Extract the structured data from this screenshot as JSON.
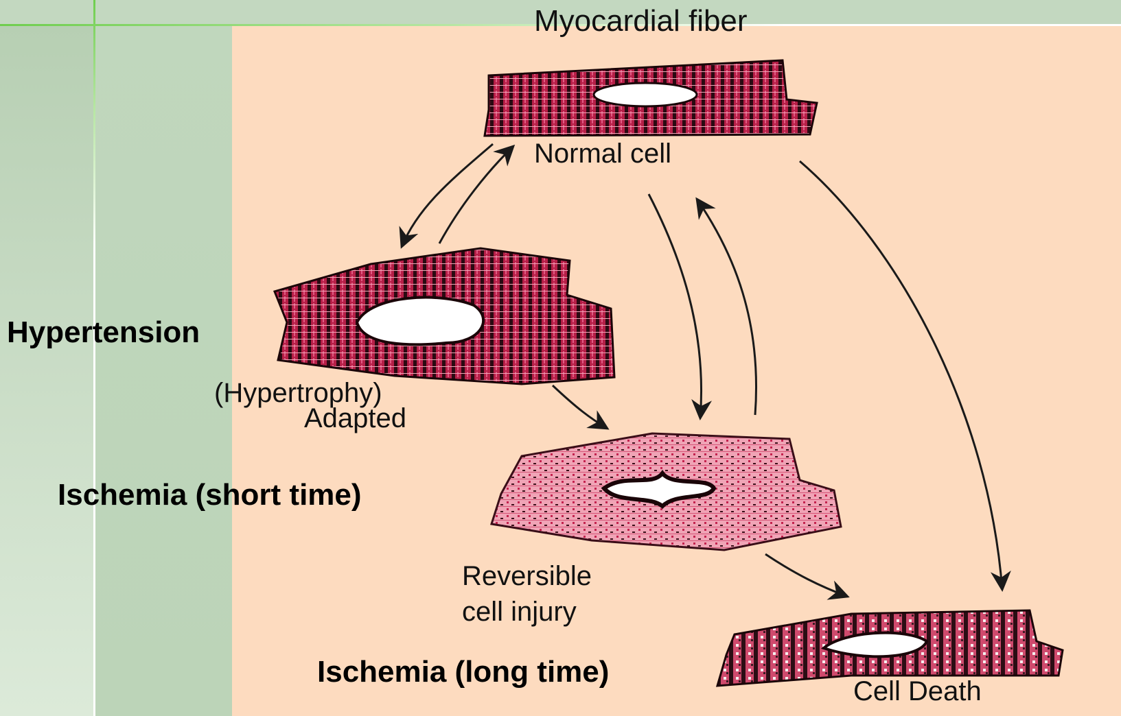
{
  "title": "Myocardial fiber",
  "cells": {
    "normal": "Normal cell",
    "adapted": "Adapted",
    "hypertrophy": "(Hypertrophy)",
    "reversible_line1": "Reversible",
    "reversible_line2": "cell injury",
    "death": "Cell Death"
  },
  "conditions": {
    "hypertension": "Hypertension",
    "ischemia_short": "Ischemia (short time)",
    "ischemia_long": "Ischemia (long time)"
  },
  "colors": {
    "background_peach": "#fddbbf",
    "side_green": "#c6dac4",
    "accent_green": "#6fce4e",
    "cell_dark": "#2a0a12",
    "cell_pink": "#f2a0b4",
    "cell_red": "#c21e4a"
  }
}
